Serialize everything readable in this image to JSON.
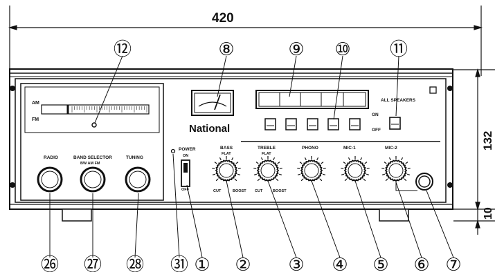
{
  "dimensions": {
    "width": "420",
    "height": "132",
    "feet": "10"
  },
  "brand": "National",
  "tuner": {
    "am": "AM",
    "fm": "FM"
  },
  "controls": {
    "radio": "RADIO",
    "band_selector": "BAND SELECTOR",
    "band_sub": "BW AM FM",
    "tuning": "TUNING",
    "power": "POWER",
    "power_on": "ON",
    "power_off": "OFF",
    "bass": "BASS",
    "bass_sub": "FLAT",
    "treble": "TREBLE",
    "treble_sub": "FLAT",
    "cut": "CUT",
    "boost": "BOOST",
    "phono": "PHONO",
    "mic1": "MIC-1",
    "mic2": "MIC-2",
    "all_speakers": "ALL SPEAKERS",
    "sw_on": "ON",
    "sw_off": "OFF"
  },
  "callouts": {
    "c12": "⑫",
    "c8": "⑧",
    "c9": "⑨",
    "c10": "⑩",
    "c11": "⑪",
    "c26": "㉖",
    "c27": "㉗",
    "c28": "㉘",
    "c31": "㉛",
    "c1": "①",
    "c2": "②",
    "c3": "③",
    "c4": "④",
    "c5": "⑤",
    "c6": "⑥",
    "c7": "⑦"
  }
}
